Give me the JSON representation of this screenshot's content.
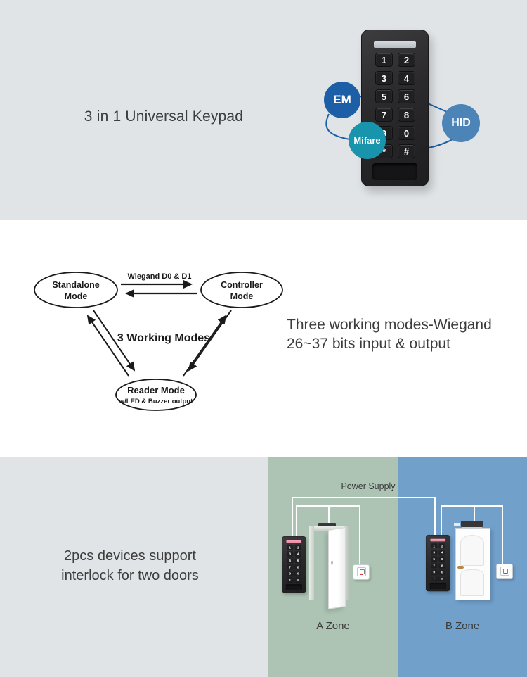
{
  "top_section": {
    "headline": "3 in 1 Universal Keypad",
    "badges": [
      {
        "id": "em",
        "label": "EM",
        "color": "#1c5fa6"
      },
      {
        "id": "mifare",
        "label": "Mifare",
        "color": "#1894ac"
      },
      {
        "id": "hid",
        "label": "HID",
        "color": "#4c84b8"
      }
    ],
    "background": "#e0e4e7"
  },
  "keypad": {
    "keys": [
      "1",
      "2",
      "3",
      "4",
      "5",
      "6",
      "7",
      "8",
      "9",
      "0",
      "*",
      "#"
    ]
  },
  "diagram": {
    "nodes": [
      {
        "id": "standalone",
        "line1": "Standalone",
        "line2": "Mode"
      },
      {
        "id": "controller",
        "line1": "Controller",
        "line2": "Mode"
      },
      {
        "id": "reader",
        "line1": "Reader Mode",
        "line2": "w/LED & Buzzer output"
      }
    ],
    "edge_label": "Wiegand D0 & D1",
    "center_label": "3 Working Modes",
    "caption_line1": "Three working modes-Wiegand",
    "caption_line2": "26~37 bits input & output"
  },
  "bottom_section": {
    "caption_line1": "2pcs devices support",
    "caption_line2": "interlock for two doors",
    "power_label": "Power Supply",
    "zones": [
      {
        "id": "a",
        "label": "A Zone",
        "color": "#adc4b4"
      },
      {
        "id": "b",
        "label": "B Zone",
        "color": "#71a0cb"
      }
    ],
    "left_background": "#e0e4e6"
  }
}
